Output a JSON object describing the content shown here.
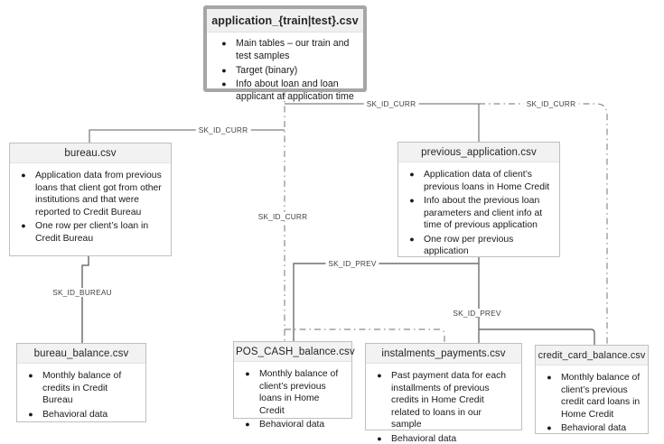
{
  "diagram": {
    "nodes": {
      "application": {
        "title": "application_{train|test}.csv",
        "bullets": [
          "Main tables – our train and test samples",
          "Target (binary)",
          "Info about loan and loan applicant at application time"
        ]
      },
      "bureau": {
        "title": "bureau.csv",
        "bullets": [
          "Application data from previous loans that client got from other institutions and that were reported to Credit Bureau",
          "One row per client’s loan in Credit Bureau"
        ]
      },
      "previous_application": {
        "title": "previous_application.csv",
        "bullets": [
          "Application data of client’s previous loans in Home Credit",
          "Info about the previous loan parameters and client info at time of previous application",
          "One row per previous application"
        ]
      },
      "bureau_balance": {
        "title": "bureau_balance.csv",
        "bullets": [
          "Monthly balance of credits in Credit Bureau",
          "Behavioral data"
        ]
      },
      "pos_cash_balance": {
        "title": "POS_CASH_balance.csv",
        "bullets": [
          "Monthly balance of client’s previous loans in Home Credit",
          "Behavioral data"
        ]
      },
      "instalments_payments": {
        "title": "instalments_payments.csv",
        "bullets": [
          "Past payment data for each installments of previous credits in Home Credit related to loans in our sample",
          "Behavioral data"
        ]
      },
      "credit_card_balance": {
        "title": "credit_card_balance.csv",
        "bullets": [
          "Monthly balance of client’s previous credit card loans in Home Credit",
          "Behavioral data"
        ]
      }
    },
    "edge_labels": {
      "curr_bureau": "SK_ID_CURR",
      "curr_prev": "SK_ID_CURR",
      "curr_cc": "SK_ID_CURR",
      "curr_pos": "SK_ID_CURR",
      "prev_pos": "SK_ID_PREV",
      "prev_inst": "SK_ID_PREV",
      "bureau_bal": "SK_ID_BUREAU"
    },
    "colors": {
      "line_gray": "#808080",
      "line_dark": "#595959",
      "border_thick": "#a6a6a6",
      "border_thin": "#bfbfbf",
      "title_bg": "#f2f2f2"
    }
  }
}
